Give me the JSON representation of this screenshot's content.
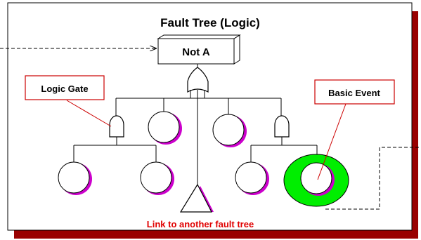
{
  "diagram": {
    "title": "Fault Tree (Logic)",
    "top_event_label": "Not A",
    "callouts": {
      "logic_gate": "Logic Gate",
      "basic_event": "Basic Event",
      "transfer": "Link to another fault tree"
    },
    "colors": {
      "frame_shadow": "#990000",
      "callout_border": "#cc0000",
      "callout_text_red": "#e00000",
      "event_shade": "#cc00cc",
      "highlight_fill": "#00ee00"
    }
  }
}
